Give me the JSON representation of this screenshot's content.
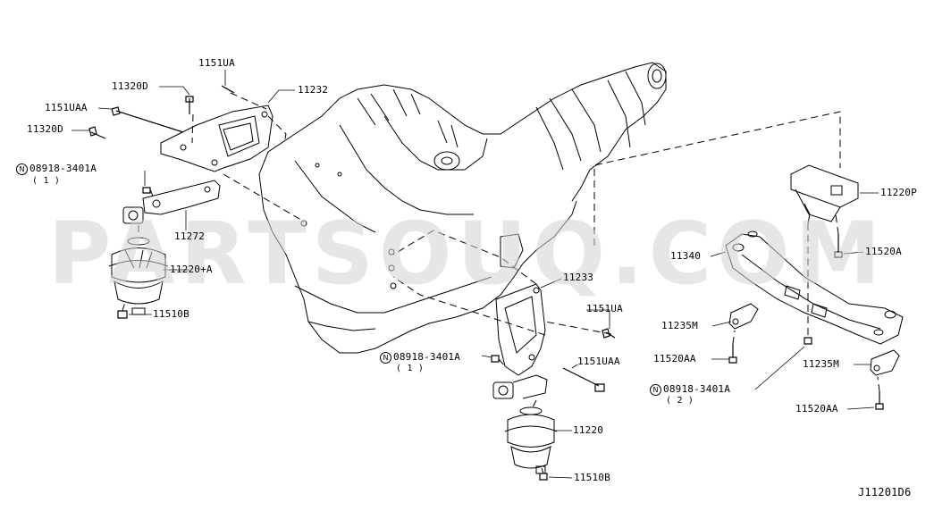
{
  "watermark": "PARTSOUQ.COM",
  "figure_code": "J11201D6",
  "labels": {
    "l_1151UA_top": "1151UA",
    "l_11320D_a": "11320D",
    "l_1151UAA_top": "1151UAA",
    "l_11320D_b": "11320D",
    "l_11232": "11232",
    "l_08918_a": "08918-3401A",
    "l_08918_a_qty": "( 1 )",
    "l_11272": "11272",
    "l_11220A": "11220+A",
    "l_11510B_a": "11510B",
    "l_11233": "11233",
    "l_1151UA_mid": "1151UA",
    "l_08918_b": "08918-3401A",
    "l_08918_b_qty": "( 1 )",
    "l_1151UAA_mid": "1151UAA",
    "l_11220": "11220",
    "l_11510B_b": "11510B",
    "l_11220P": "11220P",
    "l_11520A": "11520A",
    "l_11340": "11340",
    "l_11235M_a": "11235M",
    "l_11520AA_a": "11520AA",
    "l_11235M_b": "11235M",
    "l_08918_c": "08918-3401A",
    "l_08918_c_qty": "( 2 )",
    "l_11520AA_b": "11520AA"
  },
  "badges": {
    "n": "N"
  }
}
